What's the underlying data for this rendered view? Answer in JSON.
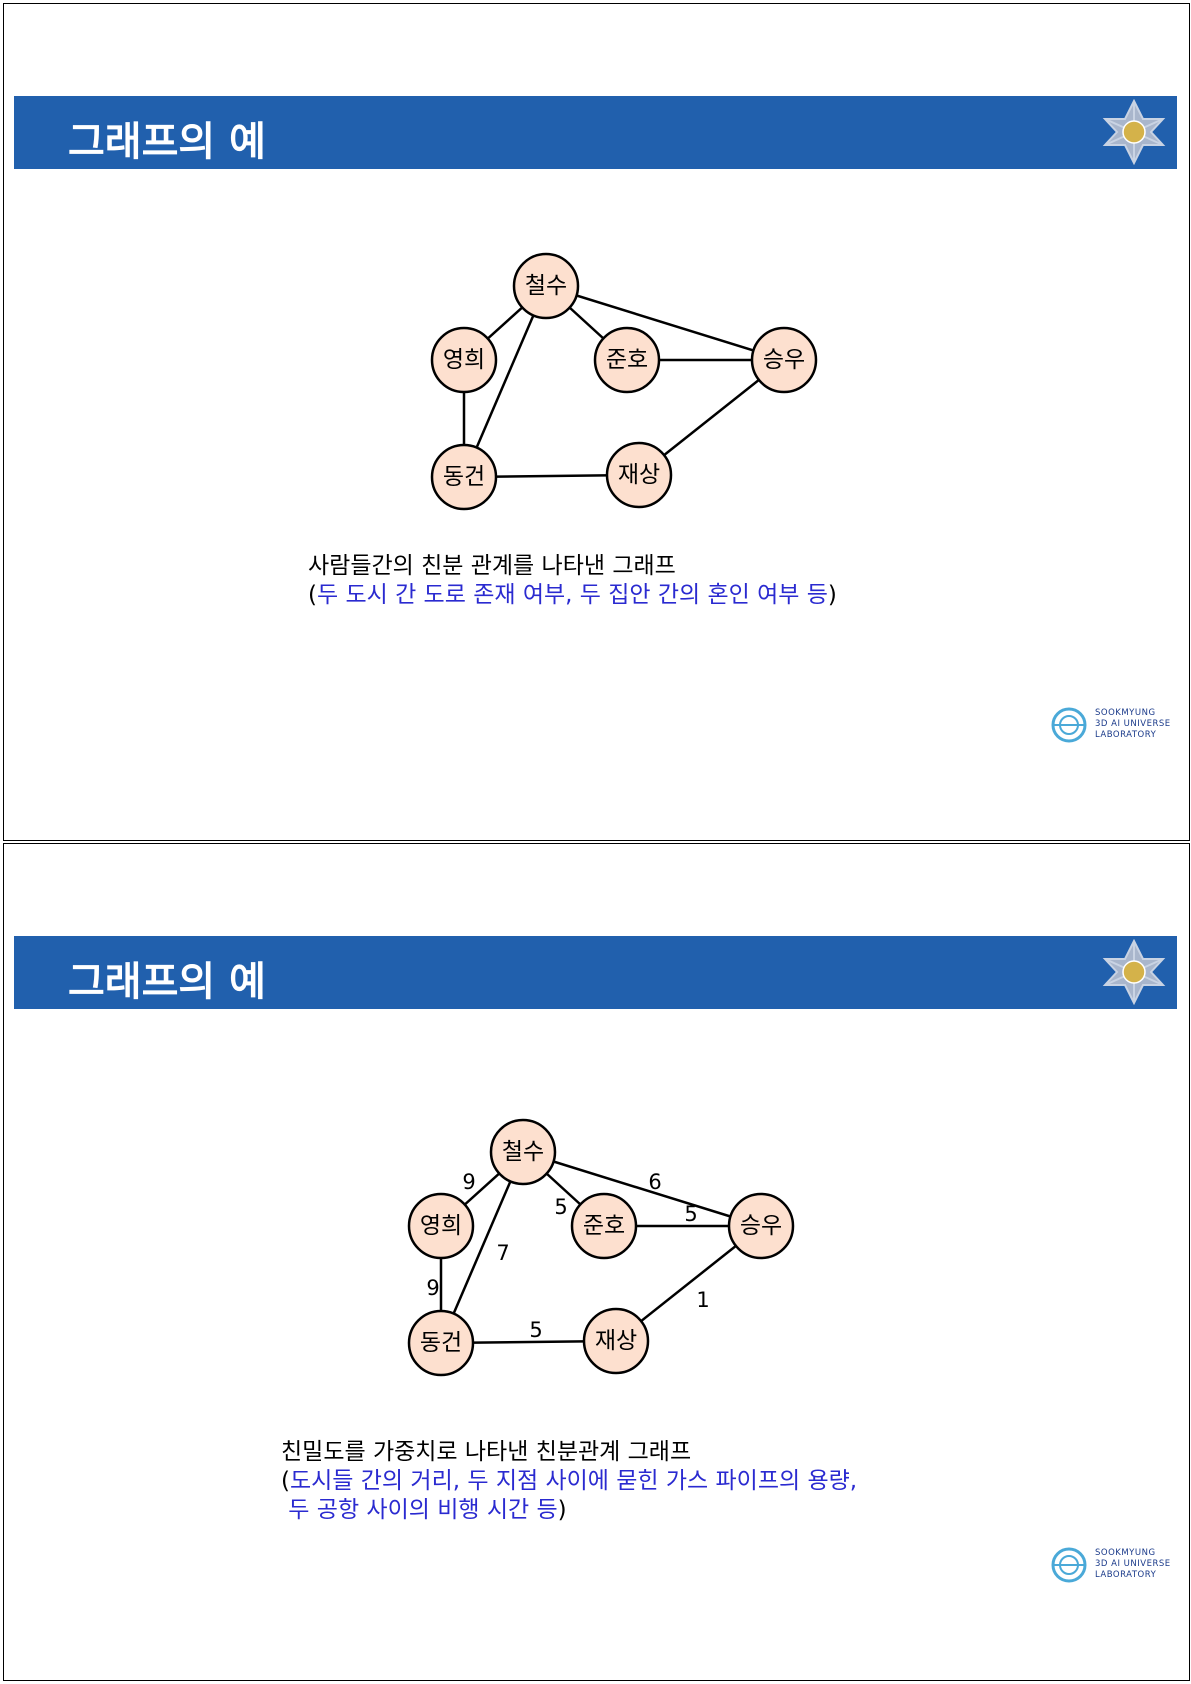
{
  "slides": [
    {
      "title": "그래프의 예",
      "nodes": {
        "cheolsu": "철수",
        "younghee": "영희",
        "junho": "준호",
        "seungwoo": "승우",
        "donggeon": "동건",
        "jaesang": "재상"
      },
      "caption_line1": "사람들간의 친분 관계를 나타낸 그래프",
      "caption_line2_open": "(",
      "caption_line2_blue": "두 도시 간 도로 존재 여부, 두 집안 간의 혼인 여부 등",
      "caption_line2_close": ")",
      "lab_logo": {
        "line1": "SOOKMYUNG",
        "line2": "3D AI UNIVERSE",
        "line3": "LABORATORY"
      }
    },
    {
      "title": "그래프의 예",
      "nodes": {
        "cheolsu": "철수",
        "younghee": "영희",
        "junho": "준호",
        "seungwoo": "승우",
        "donggeon": "동건",
        "jaesang": "재상"
      },
      "weights": {
        "cheolsu_younghee": "9",
        "cheolsu_junho": "5",
        "cheolsu_seungwoo": "6",
        "cheolsu_donggeon": "7",
        "junho_seungwoo": "5",
        "younghee_donggeon": "9",
        "donggeon_jaesang": "5",
        "jaesang_seungwoo": "1"
      },
      "caption_line1": "친밀도를 가중치로 나타낸 친분관계 그래프",
      "caption_line2_open": "(",
      "caption_line2_blue": "도시들 간의 거리, 두 지점 사이에 묻힌 가스 파이프의 용량,",
      "caption_line3_blue": " 두 공항 사이의 비행 시간 등",
      "caption_line3_close": ")",
      "lab_logo": {
        "line1": "SOOKMYUNG",
        "line2": "3D AI UNIVERSE",
        "line3": "LABORATORY"
      }
    }
  ],
  "colors": {
    "title_bar": "#2160ad",
    "node_fill": "#fde0cf",
    "blue_text": "#2a2ad0"
  },
  "icons": {
    "emblem": "snowflake-emblem-icon",
    "lab": "lab-globe-icon"
  }
}
